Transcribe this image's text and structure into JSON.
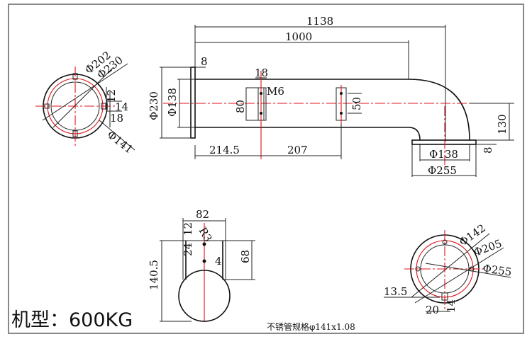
{
  "model_label": "机型：600KG",
  "spec_text": "不锈管规格φ141x1.08",
  "side_view": {
    "overall_length": "1138",
    "straight_length": "1000",
    "flange_thickness": "8",
    "flange_diameter": "Φ230",
    "pipe_diameter": "Φ138",
    "bolt_thread": "M6",
    "bracket_width": "18",
    "bracket_height_1": "80",
    "bracket_height_2": "50",
    "bracket_offset_1": "214.5",
    "bracket_spacing": "207",
    "drop_height": "130",
    "bottom_flange_thickness": "8",
    "bottom_bore": "Φ138",
    "bottom_flange_diameter": "Φ255"
  },
  "left_flange": {
    "bolt_circle": "Φ202",
    "outer_diameter": "Φ230",
    "tab_12": "12",
    "tab_14": "14",
    "tab_18": "18",
    "pipe_od": "Φ141"
  },
  "bracket_view": {
    "width": "82",
    "slot_height": "12",
    "slot_radius": "R3",
    "slot_spacing": "24",
    "edge_4": "4",
    "height_68": "68",
    "total_height": "140.5"
  },
  "bottom_flange": {
    "bore": "Φ142",
    "bolt_circle": "Φ205",
    "outer_diameter": "Φ255",
    "hole_offset": "13.5",
    "tab_width": "20",
    "tab_height": "14"
  }
}
